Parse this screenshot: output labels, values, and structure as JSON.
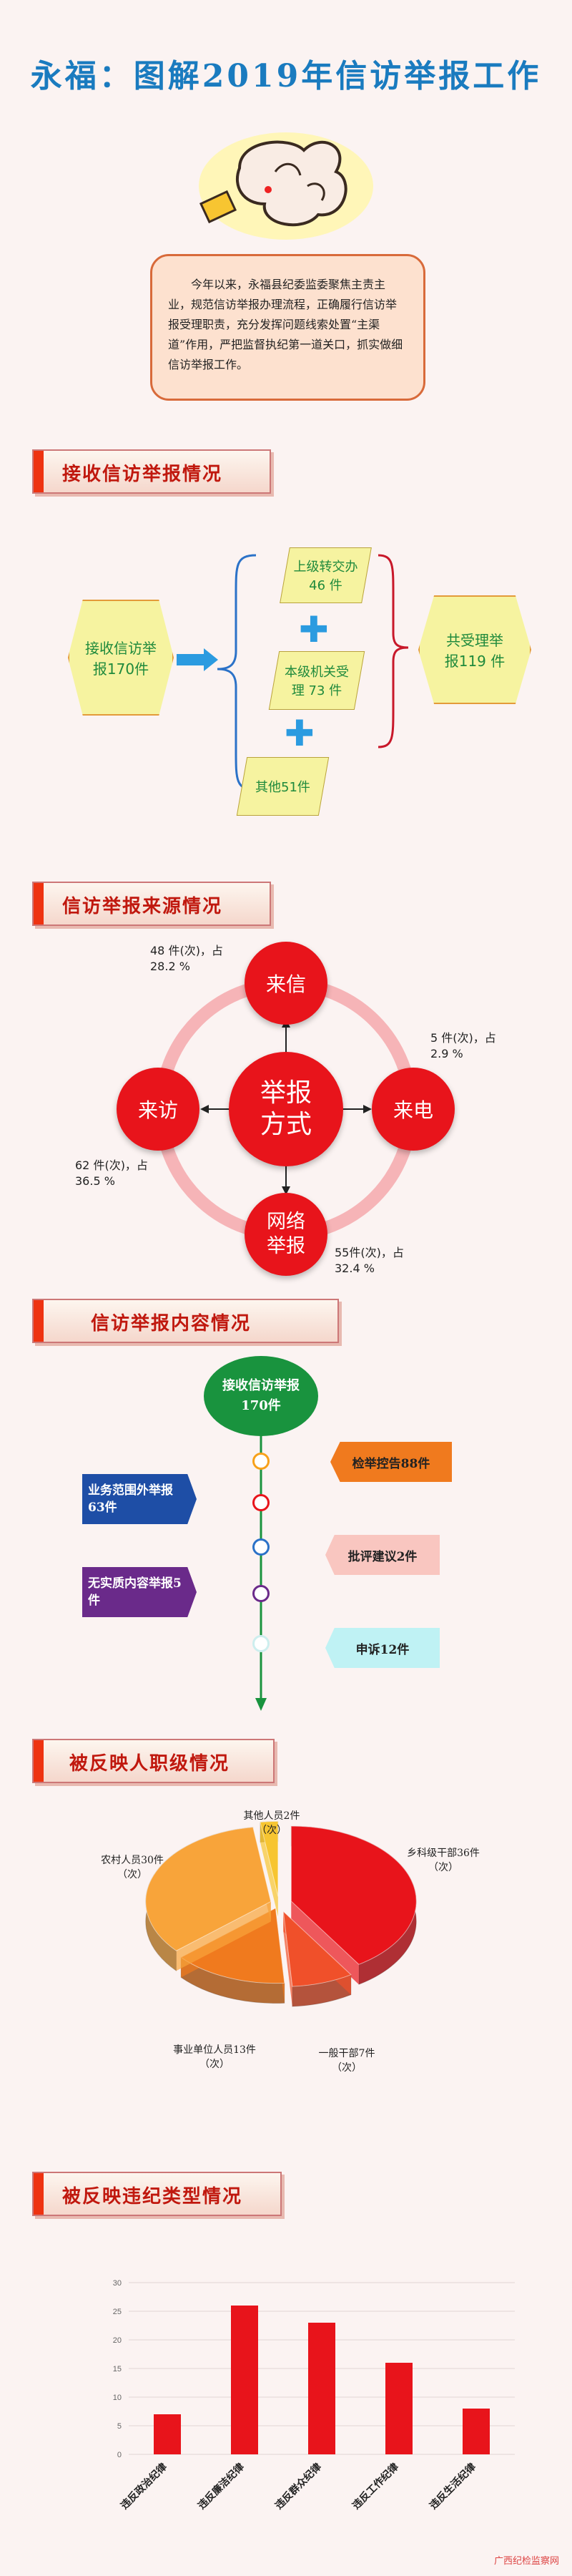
{
  "title": "永福：图解2019年信访举报工作",
  "intro": "今年以来，永福县纪委监委聚焦主责主业，规范信访举报办理流程，正确履行信访举报受理职责，充分发挥问题线索处置“主渠道”作用，严把监督执纪第一道关口，抓实做细信访举报工作。",
  "section1": {
    "banner": "接收信访举报情况",
    "received": "接收信访举报170件",
    "upper": "上级转交办 46 件",
    "local": "本级机关受理 73 件",
    "other": "其他51件",
    "total": "共受理举报119 件"
  },
  "section2": {
    "banner": "信访举报来源情况",
    "center": "举报方式",
    "letter": "来信",
    "phone": "来电",
    "visit": "来访",
    "online": "网络举报",
    "letter_stat": "48 件(次)，占 28.2 %",
    "phone_stat": "5 件(次)，占2.9 %",
    "visit_stat": "62 件(次)，占36.5 %",
    "online_stat": "55件(次)，占32.4 %"
  },
  "section3": {
    "banner": "信访举报内容情况",
    "head": "接收信访举报170件",
    "items": [
      "检举控告88件",
      "业务范围外举报63件",
      "批评建议2件",
      "无实质内容举报5件",
      "申诉12件"
    ]
  },
  "section4": {
    "banner": "被反映人职级情况",
    "labels": [
      "乡科级干部36件（次）",
      "一般干部7件（次）",
      "事业单位人员13件（次）",
      "农村人员30件（次）",
      "其他人员2件（次）"
    ]
  },
  "section5": {
    "banner": "被反映违纪类型情况",
    "yticks": [
      "30",
      "25",
      "20",
      "15",
      "10",
      "5",
      "0"
    ]
  },
  "chart_data": [
    {
      "type": "pie",
      "categories": [
        "乡科级干部",
        "一般干部",
        "事业单位人员",
        "农村人员",
        "其他人员"
      ],
      "values": [
        36,
        7,
        13,
        30,
        2
      ],
      "colors": [
        "#e8141b",
        "#f0502a",
        "#f07a1e",
        "#f8a43a",
        "#f7c531"
      ]
    },
    {
      "type": "bar",
      "categories": [
        "违反政治纪律",
        "违反廉洁纪律",
        "违反群众纪律",
        "违反工作纪律",
        "违反生活纪律"
      ],
      "values": [
        7,
        26,
        23,
        16,
        8
      ],
      "ylim": [
        0,
        30
      ],
      "color": "#e8141b"
    }
  ],
  "watermark": "广西纪检监察网"
}
